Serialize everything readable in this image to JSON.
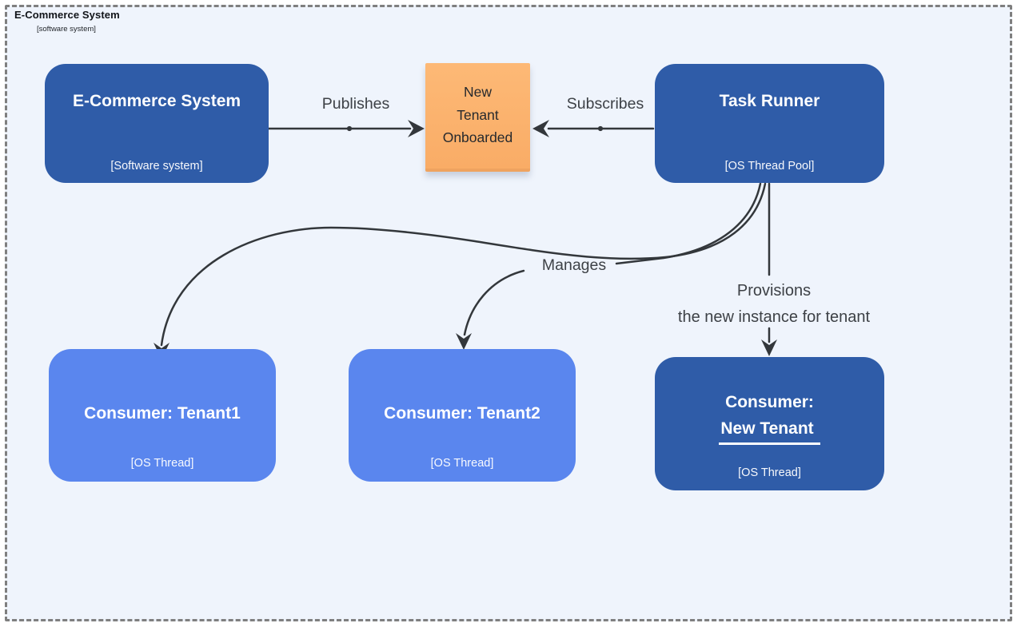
{
  "colors": {
    "canvas": "#eff4fc",
    "border": "#7f7f7f",
    "node-dark": "#2f5ca8",
    "node-light": "#5a86ee",
    "note-orange": "#fdb976",
    "note-orange-dark": "#efa35f",
    "line": "#33373b",
    "label": "#3d4146"
  },
  "boundary": {
    "title": "E-Commerce System",
    "subtitle": "[software system]"
  },
  "nodes": {
    "ecommerce": {
      "title": "E-Commerce System",
      "type": "[Software system]"
    },
    "task_runner": {
      "title": "Task Runner",
      "type": "[OS Thread Pool]"
    },
    "event_note": {
      "line1": "New",
      "line2": "Tenant",
      "line3": "Onboarded"
    },
    "tenant1": {
      "title": "Consumer: Tenant1",
      "type": "[OS Thread]"
    },
    "tenant2": {
      "title": "Consumer: Tenant2",
      "type": "[OS Thread]"
    },
    "new_tenant": {
      "title_prefix": "Consumer:",
      "title_name": "New Tenant",
      "type": "[OS Thread]"
    }
  },
  "edges": {
    "publishes": {
      "label": "Publishes"
    },
    "subscribes": {
      "label": "Subscribes"
    },
    "manages": {
      "label": "Manages"
    },
    "provisions": {
      "label_line1": "Provisions",
      "label_line2": "the new instance for tenant"
    }
  }
}
